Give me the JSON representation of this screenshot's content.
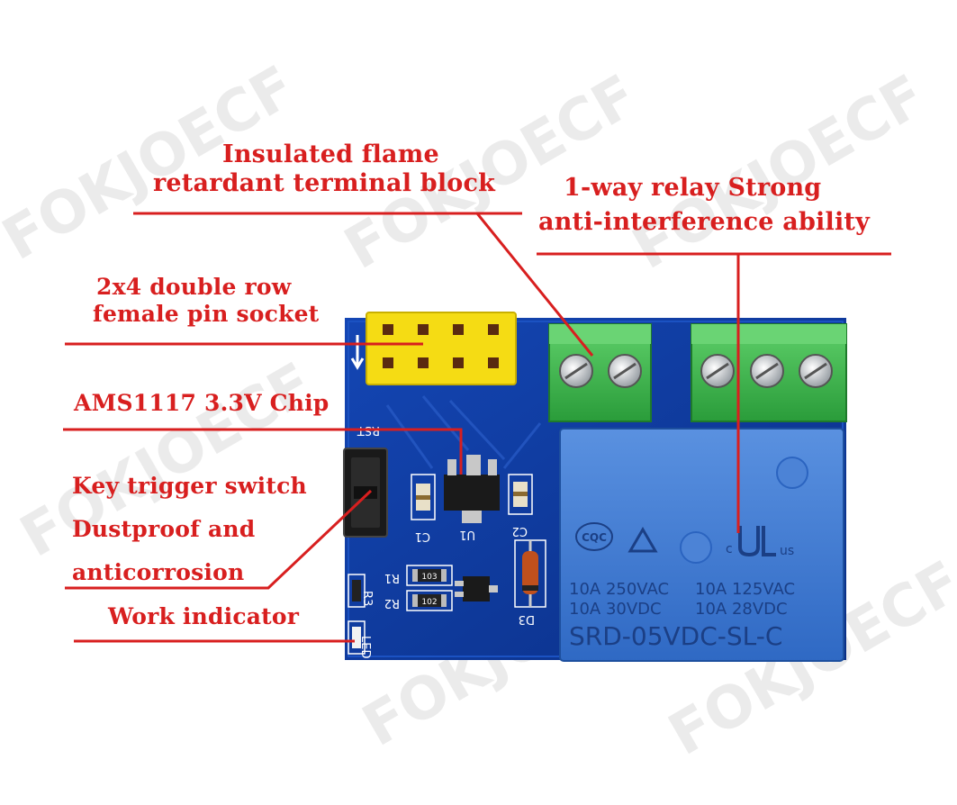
{
  "annotations": {
    "terminal_block": {
      "line1": "Insulated flame",
      "line2": "retardant terminal block"
    },
    "relay": {
      "line1": "1-way relay Strong",
      "line2": "anti-interference ability"
    },
    "pin_socket": {
      "line1": "2x4 double row",
      "line2": "female pin socket"
    },
    "chip": {
      "line1": "AMS1117 3.3V Chip"
    },
    "key_switch": {
      "line1": "Key trigger switch",
      "line2": "Dustproof and",
      "line3": "anticorrosion"
    },
    "work_indicator": {
      "line1": "Work indicator"
    }
  },
  "board": {
    "silkscreen": {
      "rst": "RST",
      "u1": "U1",
      "c1": "C1",
      "c2": "C2",
      "r1": "R1",
      "r2": "R2",
      "r3": "R3",
      "d3": "D3",
      "led": "LED"
    },
    "relay_marks": {
      "cqc": "CQC",
      "c_mark": "c",
      "us_mark": "us",
      "rating_left_1": "10A 250VAC",
      "rating_right_1": "10A 125VAC",
      "rating_left_2": "10A 30VDC",
      "rating_right_2": "10A 28VDC",
      "model": "SRD-05VDC-SL-C"
    },
    "resistor_codes": {
      "r1": "103",
      "r2": "102"
    }
  },
  "watermark": {
    "text": "FOKJOECF"
  },
  "colors": {
    "annotation_red": "#d81f1f",
    "pcb_blue": "#0d3b9e",
    "relay_blue": "#3f7bd1",
    "terminal_green": "#39b54a",
    "header_yellow": "#f5dc14"
  }
}
